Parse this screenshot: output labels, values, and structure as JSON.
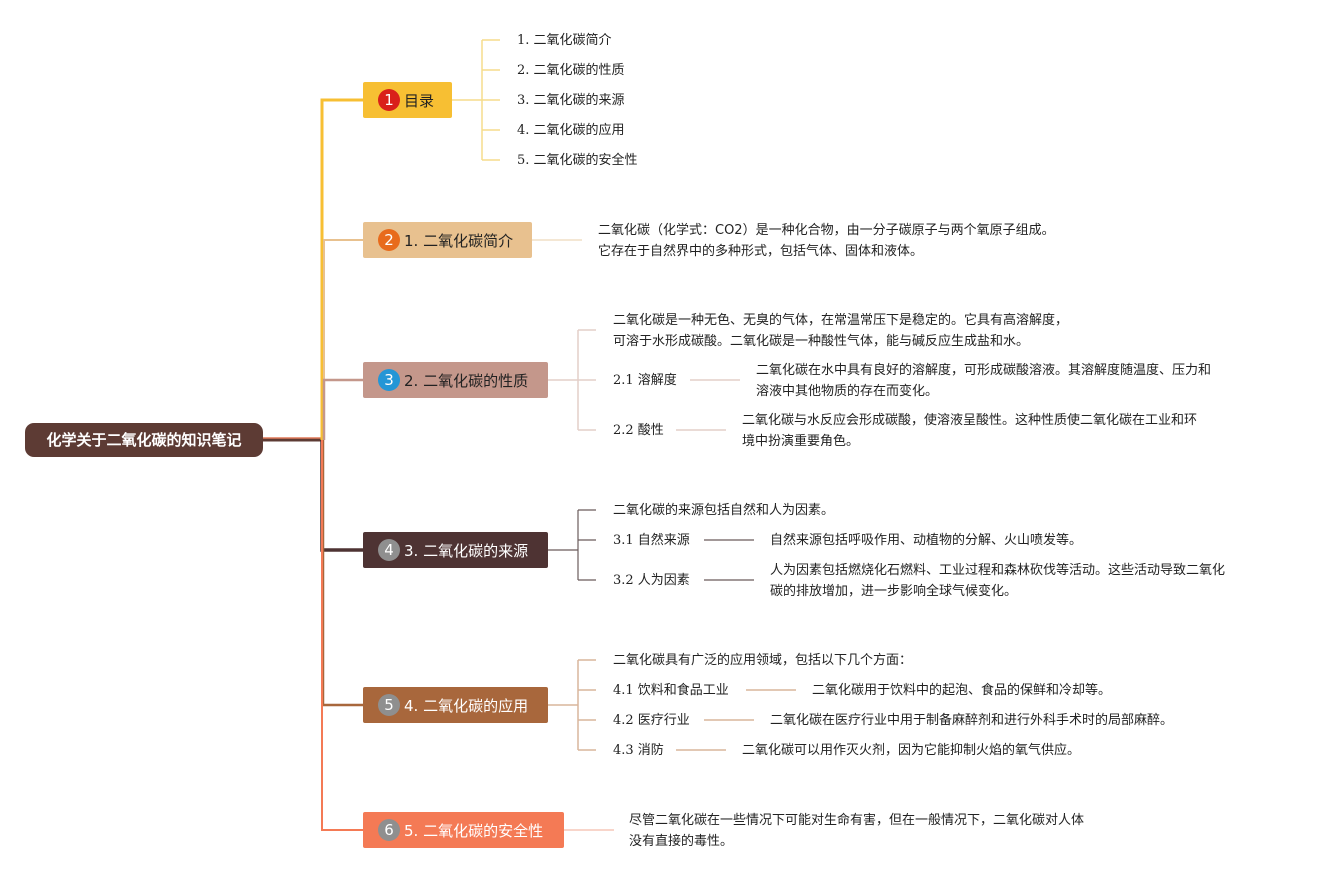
{
  "root": "化学关于二氧化碳的知识笔记",
  "colors": {
    "root": "#5d3b34",
    "b1": "#f7bf33",
    "b2": "#e8c18f",
    "b3": "#c4978b",
    "b4": "#4e3333",
    "b5": "#a8673c",
    "b6": "#f47a55",
    "badge1": "#d9201a",
    "badge2": "#e86b1c",
    "badge3": "#2496d6",
    "badge_gray": "#8f8f8f"
  },
  "topics": [
    {
      "badge": "1",
      "label": "目录"
    },
    {
      "badge": "2",
      "label": "1. 二氧化碳简介"
    },
    {
      "badge": "3",
      "label": "2. 二氧化碳的性质"
    },
    {
      "badge": "4",
      "label": "3. 二氧化碳的来源"
    },
    {
      "badge": "5",
      "label": "4. 二氧化碳的应用"
    },
    {
      "badge": "6",
      "label": "5. 二氧化碳的安全性"
    }
  ],
  "toc": [
    "1. 二氧化碳简介",
    "2. 二氧化碳的性质",
    "3. 二氧化碳的来源",
    "4. 二氧化碳的应用",
    "5. 二氧化碳的安全性"
  ],
  "intro": {
    "l1": "二氧化碳（化学式：CO2）是一种化合物，由一分子碳原子与两个氧原子组成。",
    "l2": "它存在于自然界中的多种形式，包括气体、固体和液体。"
  },
  "props": {
    "main_l1": "二氧化碳是一种无色、无臭的气体，在常温常压下是稳定的。它具有高溶解度，",
    "main_l2": "可溶于水形成碳酸。二氧化碳是一种酸性气体，能与碱反应生成盐和水。",
    "s1_label": "2.1 溶解度",
    "s1_l1": "二氧化碳在水中具有良好的溶解度，可形成碳酸溶液。其溶解度随温度、压力和",
    "s1_l2": "溶液中其他物质的存在而变化。",
    "s2_label": "2.2 酸性",
    "s2_l1": "二氧化碳与水反应会形成碳酸，使溶液呈酸性。这种性质使二氧化碳在工业和环",
    "s2_l2": "境中扮演重要角色。"
  },
  "sources": {
    "main": "二氧化碳的来源包括自然和人为因素。",
    "s1_label": "3.1 自然来源",
    "s1_text": "自然来源包括呼吸作用、动植物的分解、火山喷发等。",
    "s2_label": "3.2 人为因素",
    "s2_l1": "人为因素包括燃烧化石燃料、工业过程和森林砍伐等活动。这些活动导致二氧化",
    "s2_l2": "碳的排放增加，进一步影响全球气候变化。"
  },
  "apps": {
    "main": "二氧化碳具有广泛的应用领域，包括以下几个方面：",
    "s1_label": "4.1 饮料和食品工业",
    "s1_text": "二氧化碳用于饮料中的起泡、食品的保鲜和冷却等。",
    "s2_label": "4.2 医疗行业",
    "s2_text": "二氧化碳在医疗行业中用于制备麻醉剂和进行外科手术时的局部麻醉。",
    "s3_label": "4.3 消防",
    "s3_text": "二氧化碳可以用作灭火剂，因为它能抑制火焰的氧气供应。"
  },
  "safety": {
    "l1": "尽管二氧化碳在一些情况下可能对生命有害，但在一般情况下，二氧化碳对人体",
    "l2": "没有直接的毒性。"
  }
}
